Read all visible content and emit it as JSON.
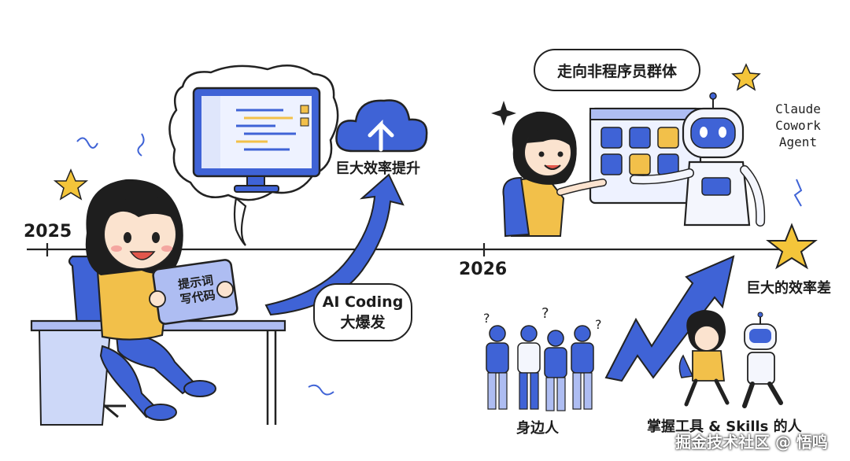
{
  "timeline": {
    "year_start": "2025",
    "year_mid": "2026"
  },
  "bubbles": {
    "efficiency_gain": "巨大效率提升",
    "non_programmers": "走向非程序员群体",
    "ai_coding_line1": "AI Coding",
    "ai_coding_line2": "大爆发"
  },
  "tablet": {
    "line1": "提示词",
    "line2": "写代码"
  },
  "robot": {
    "line1": "Claude",
    "line2": "Cowork",
    "line3": "Agent"
  },
  "captions": {
    "efficiency_gap": "巨大的效率差",
    "people_around": "身边人",
    "tool_masters": "掌握工具 & Skills 的人"
  },
  "watermark": "掘金技术社区 @ 悟鸣",
  "colors": {
    "ink": "#222222",
    "accent_blue": "#3f63d6",
    "light_blue": "#aebdf2",
    "shirt_yellow": "#f2c04a",
    "star_yellow": "#f4c53a",
    "background": "#ffffff"
  }
}
